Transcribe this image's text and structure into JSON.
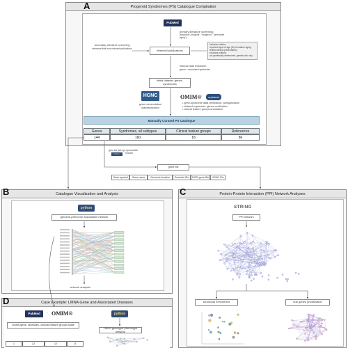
{
  "panel_a": {
    "letter": "A",
    "title": "Progeroid Syndromes (PS) Catalogue Compilation",
    "pubmed_logo": "PubMed",
    "primary_screening": "primary literature screening",
    "primary_keywords": "(keywords \"progeria\", \"progeroid\", \"premature aging\")",
    "secondary_screening": "secondary literature screening",
    "secondary_detail": "reference lists from relevant publications",
    "retrieved": "retrieved publications",
    "inclusion_lines": [
      "inclusion criteria:",
      "reported signs of age (40 premature aging-related clinical presentation)",
      "exclusion criteria:",
      "not genetically determined, genetic risk only"
    ],
    "manual_extraction": "manual data extraction",
    "manual_detail": "genes + associated syndromes",
    "initial_dataset": "initial dataset: genes, syndromes",
    "hgnc_logo": "HGNC",
    "hgnc_caption": "gene nomenclature standardization",
    "omim_logo": "OMIM®",
    "orphanet_logo": "orphanet",
    "verification_items": [
      "gene-syndrome data verification, categorization",
      "dataset expansion: genes verification",
      "clinical feature groups annotation"
    ],
    "catalogue_title": "Manually Curated PS Catalogue",
    "stats_headers": [
      "Genes",
      "Syndromes, all subtypes",
      "Clinical feature groups",
      "References"
    ],
    "stats_values": [
      "144",
      "160",
      "18",
      "86"
    ],
    "gene_list_note": "gene list (set-up) reproducible",
    "gene_list_note2": "Python",
    "gene_list_note3": "function",
    "gene_list": "gene list",
    "gene_list_columns": [
      "Gene symbol",
      "Gene name",
      "Genomic location",
      "Ensembl IDs",
      "NCBI gene IDs",
      "HGNC IDs"
    ]
  },
  "panel_b": {
    "letter": "B",
    "title": "Catalogue Visualization and Analysis",
    "python_logo": "python",
    "network_label": "genome-phenome association network",
    "caption": "network analysis"
  },
  "panel_c": {
    "letter": "C",
    "title": "Protein-Protein Interaction (PPI) Network Analyses",
    "string_logo": "STRING",
    "ppi_label": "PPI network",
    "functional_label": "functional enrichment",
    "prioritization_label": "hub genes prioritization"
  },
  "panel_d": {
    "letter": "D",
    "title": "Case Example: LMNA Gene and Associated Diseases",
    "pubmed_logo": "PubMed",
    "omim_logo": "OMIM®",
    "python_logo": "python",
    "left_label": "LMNA gene, diseases, clinical feature groups table",
    "right_label": "LMNA genotype-phenotype network",
    "table_values": [
      "1",
      "12",
      "12",
      "8"
    ]
  },
  "colors": {
    "panel_bg": "#f7f7f7",
    "title_bar": "#e6e6e6",
    "catalogue_blue": "#b9d3e3",
    "pubmed_navy": "#21325b",
    "network_purple": "#6b6fc2"
  }
}
